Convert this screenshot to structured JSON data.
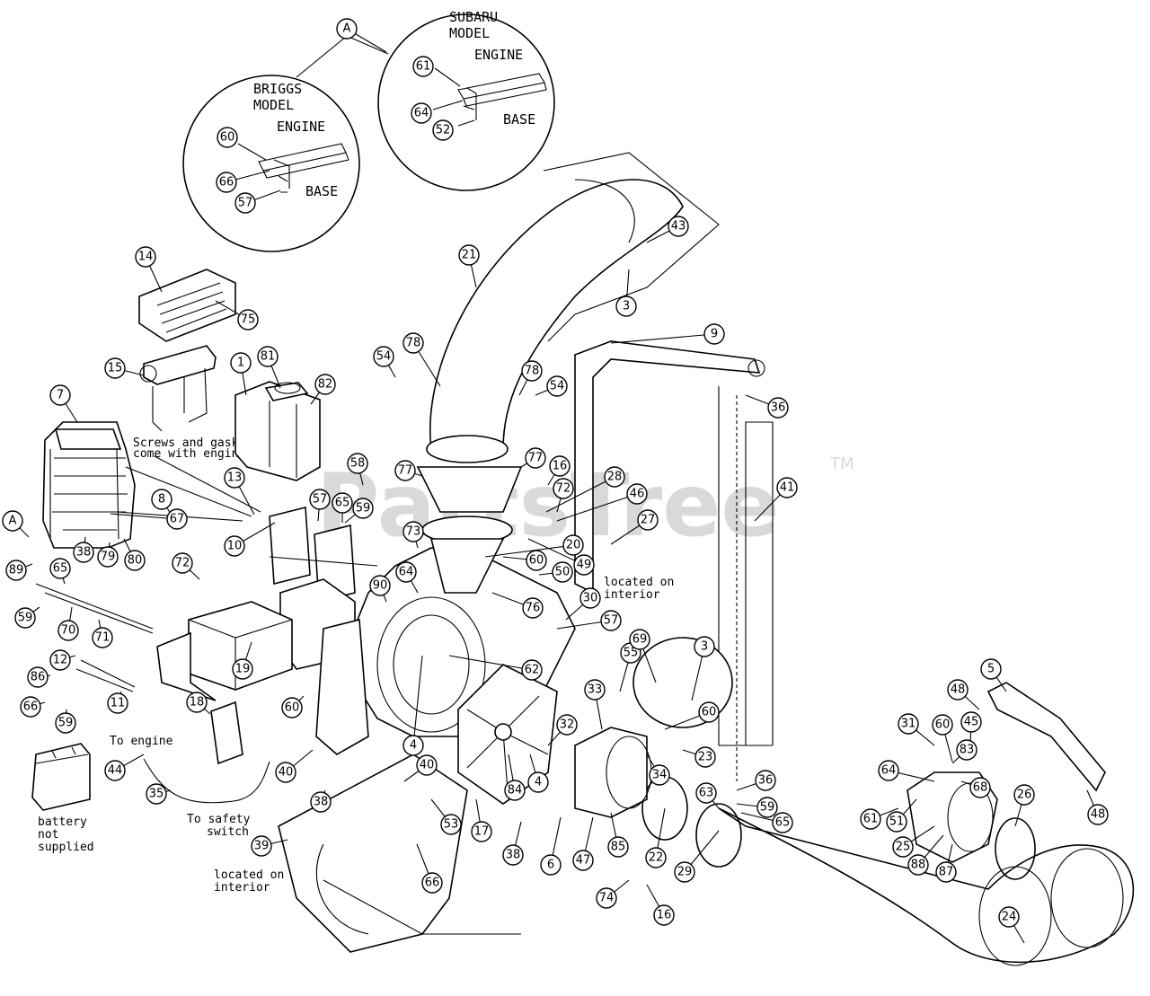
{
  "watermark": {
    "text": "PartsTree",
    "trademark": "TM"
  },
  "insets": {
    "ref_letter": "A",
    "briggs": {
      "title_line1": "BRIGGS",
      "title_line2": "MODEL",
      "engine": "ENGINE",
      "base": "BASE",
      "callouts": [
        "60",
        "66",
        "57"
      ]
    },
    "subaru": {
      "title_line1": "SUBARU",
      "title_line2": "MODEL",
      "engine": "ENGINE",
      "base": "BASE",
      "callouts": [
        "61",
        "64",
        "52"
      ]
    }
  },
  "notes": {
    "screws_line1": "Screws and gaskets",
    "screws_line2": "come with engine",
    "located_interior_a1": "located on",
    "located_interior_a2": "interior",
    "located_interior_b1": "located on",
    "located_interior_b2": "interior",
    "to_engine": "To engine",
    "to_safety_1": "To safety",
    "to_safety_2": "switch",
    "battery_1": "battery",
    "battery_2": "not",
    "battery_3": "supplied"
  },
  "callouts": [
    {
      "n": "A"
    },
    {
      "n": "14"
    },
    {
      "n": "75"
    },
    {
      "n": "15"
    },
    {
      "n": "1"
    },
    {
      "n": "81"
    },
    {
      "n": "82"
    },
    {
      "n": "7"
    },
    {
      "n": "13"
    },
    {
      "n": "8"
    },
    {
      "n": "67"
    },
    {
      "n": "A"
    },
    {
      "n": "38"
    },
    {
      "n": "79"
    },
    {
      "n": "80"
    },
    {
      "n": "89"
    },
    {
      "n": "10"
    },
    {
      "n": "58"
    },
    {
      "n": "57"
    },
    {
      "n": "65"
    },
    {
      "n": "59"
    },
    {
      "n": "65"
    },
    {
      "n": "59"
    },
    {
      "n": "70"
    },
    {
      "n": "71"
    },
    {
      "n": "72"
    },
    {
      "n": "12"
    },
    {
      "n": "11"
    },
    {
      "n": "86"
    },
    {
      "n": "66"
    },
    {
      "n": "59"
    },
    {
      "n": "19"
    },
    {
      "n": "60"
    },
    {
      "n": "18"
    },
    {
      "n": "44"
    },
    {
      "n": "35"
    },
    {
      "n": "40"
    },
    {
      "n": "38"
    },
    {
      "n": "39"
    },
    {
      "n": "90"
    },
    {
      "n": "64"
    },
    {
      "n": "21"
    },
    {
      "n": "43"
    },
    {
      "n": "3"
    },
    {
      "n": "54"
    },
    {
      "n": "78"
    },
    {
      "n": "78"
    },
    {
      "n": "54"
    },
    {
      "n": "77"
    },
    {
      "n": "77"
    },
    {
      "n": "16"
    },
    {
      "n": "72"
    },
    {
      "n": "28"
    },
    {
      "n": "46"
    },
    {
      "n": "27"
    },
    {
      "n": "73"
    },
    {
      "n": "20"
    },
    {
      "n": "49"
    },
    {
      "n": "60"
    },
    {
      "n": "50"
    },
    {
      "n": "9"
    },
    {
      "n": "36"
    },
    {
      "n": "41"
    },
    {
      "n": "30"
    },
    {
      "n": "76"
    },
    {
      "n": "57"
    },
    {
      "n": "62"
    },
    {
      "n": "4"
    },
    {
      "n": "40"
    },
    {
      "n": "53"
    },
    {
      "n": "66"
    },
    {
      "n": "17"
    },
    {
      "n": "84"
    },
    {
      "n": "4"
    },
    {
      "n": "32"
    },
    {
      "n": "33"
    },
    {
      "n": "55"
    },
    {
      "n": "69"
    },
    {
      "n": "3"
    },
    {
      "n": "60"
    },
    {
      "n": "23"
    },
    {
      "n": "34"
    },
    {
      "n": "38"
    },
    {
      "n": "6"
    },
    {
      "n": "47"
    },
    {
      "n": "85"
    },
    {
      "n": "22"
    },
    {
      "n": "63"
    },
    {
      "n": "29"
    },
    {
      "n": "36"
    },
    {
      "n": "59"
    },
    {
      "n": "65"
    },
    {
      "n": "74"
    },
    {
      "n": "16"
    },
    {
      "n": "5"
    },
    {
      "n": "48"
    },
    {
      "n": "31"
    },
    {
      "n": "60"
    },
    {
      "n": "45"
    },
    {
      "n": "83"
    },
    {
      "n": "64"
    },
    {
      "n": "68"
    },
    {
      "n": "61"
    },
    {
      "n": "51"
    },
    {
      "n": "26"
    },
    {
      "n": "48"
    },
    {
      "n": "25"
    },
    {
      "n": "88"
    },
    {
      "n": "87"
    },
    {
      "n": "24"
    }
  ]
}
